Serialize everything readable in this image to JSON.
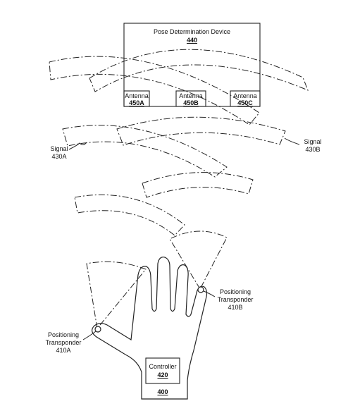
{
  "device": {
    "title": "Pose Determination Device",
    "ref": "440"
  },
  "antennas": [
    {
      "label": "Antenna",
      "ref": "450A"
    },
    {
      "label": "Antenna",
      "ref": "450B"
    },
    {
      "label": "Antenna",
      "ref": "450C"
    }
  ],
  "signals": [
    {
      "label": "Signal",
      "ref": "430A"
    },
    {
      "label": "Signal",
      "ref": "430B"
    }
  ],
  "transponders": [
    {
      "line1": "Positioning",
      "line2": "Transponder",
      "ref": "410A"
    },
    {
      "line1": "Positioning",
      "line2": "Transponder",
      "ref": "410B"
    }
  ],
  "controller": {
    "label": "Controller",
    "ref": "420"
  },
  "glove": {
    "ref": "400"
  }
}
